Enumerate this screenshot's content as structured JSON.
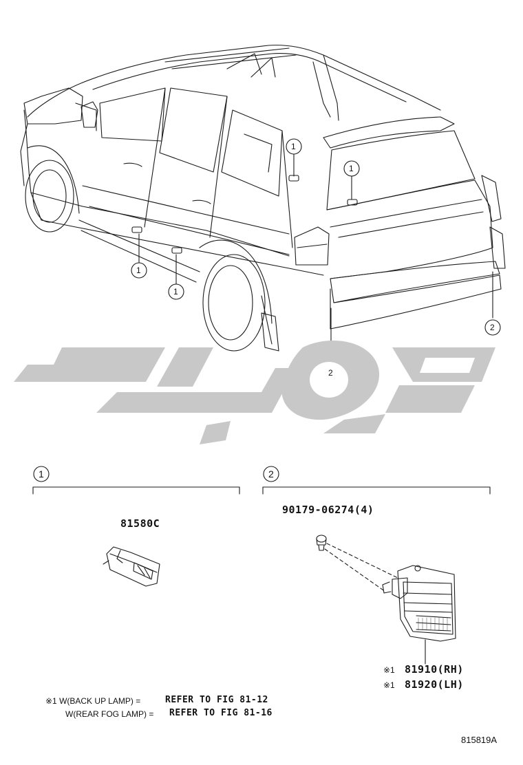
{
  "watermark": {
    "color": "#c8c8c8"
  },
  "callouts": {
    "door_courtesy_a": "1",
    "door_courtesy_b": "1",
    "door_courtesy_c": "1",
    "door_courtesy_d": "1",
    "rear_lamp_left": "2",
    "rear_lamp_right": "2"
  },
  "section_1": {
    "number": "1",
    "part_number": "81580C"
  },
  "section_2": {
    "number": "2",
    "bolt_part": "90179-06274(4)",
    "lamp_rh_mark": "※1",
    "lamp_rh_part": "81910(RH)",
    "lamp_lh_mark": "※1",
    "lamp_lh_part": "81920(LH)"
  },
  "notes": {
    "line1_prefix": "※1 W(BACK UP LAMP) =",
    "line1_ref": "REFER TO FIG 81-12",
    "line2_prefix": "W(REAR FOG LAMP) =",
    "line2_ref": "REFER TO FIG 81-16"
  },
  "figure_id": "815819A"
}
